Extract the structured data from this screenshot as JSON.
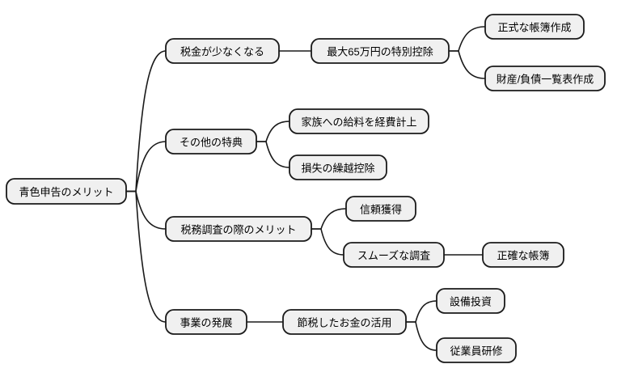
{
  "mindmap": {
    "style": {
      "background": "#ffffff",
      "node_fill": "#f0f0f0",
      "node_border": "#1a1a1a",
      "line_color": "#1a1a1a",
      "text_color": "#000000"
    },
    "root": {
      "id": "root",
      "label": "青色申告のメリット",
      "children": [
        {
          "id": "tax-reduction",
          "label": "税金が少なくなる",
          "children": [
            {
              "id": "special-deduction",
              "label": "最大65万円の特別控除",
              "children": [
                {
                  "id": "formal-bookkeeping",
                  "label": "正式な帳簿作成",
                  "children": []
                },
                {
                  "id": "asset-liability-list",
                  "label": "財産/負債一覧表作成",
                  "children": []
                }
              ]
            }
          ]
        },
        {
          "id": "other-benefits",
          "label": "その他の特典",
          "children": [
            {
              "id": "family-salary-expense",
              "label": "家族への給料を経費計上",
              "children": []
            },
            {
              "id": "loss-carryover",
              "label": "損失の繰越控除",
              "children": []
            }
          ]
        },
        {
          "id": "tax-audit-merit",
          "label": "税務調査の際のメリット",
          "children": [
            {
              "id": "trust-gain",
              "label": "信頼獲得",
              "children": []
            },
            {
              "id": "smooth-audit",
              "label": "スムーズな調査",
              "children": [
                {
                  "id": "accurate-books",
                  "label": "正確な帳簿",
                  "children": []
                }
              ]
            }
          ]
        },
        {
          "id": "business-growth",
          "label": "事業の発展",
          "children": [
            {
              "id": "saved-money-use",
              "label": "節税したお金の活用",
              "children": [
                {
                  "id": "equipment-investment",
                  "label": "設備投資",
                  "children": []
                },
                {
                  "id": "employee-training",
                  "label": "従業員研修",
                  "children": []
                }
              ]
            }
          ]
        }
      ]
    }
  }
}
